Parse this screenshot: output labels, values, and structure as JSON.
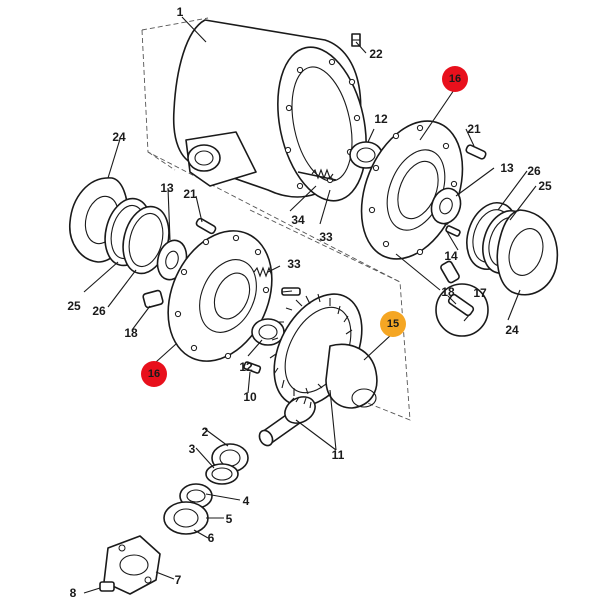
{
  "callouts": {
    "c1": "1",
    "c2": "2",
    "c3": "3",
    "c4": "4",
    "c5": "5",
    "c6": "6",
    "c7": "7",
    "c8": "8",
    "c10": "10",
    "c11": "11",
    "c12a": "12",
    "c12b": "12",
    "c13a": "13",
    "c13b": "13",
    "c14": "14",
    "c17": "17",
    "c18a": "18",
    "c18b": "18",
    "c21a": "21",
    "c21b": "21",
    "c22": "22",
    "c24a": "24",
    "c24b": "24",
    "c25a": "25",
    "c25b": "25",
    "c26a": "26",
    "c26b": "26",
    "c33a": "33",
    "c33b": "33",
    "c34": "34"
  },
  "badges": {
    "b16a": {
      "label": "16",
      "color": "#e8101c"
    },
    "b16b": {
      "label": "16",
      "color": "#e8101c"
    },
    "b15": {
      "label": "15",
      "color": "#f5a623"
    }
  }
}
